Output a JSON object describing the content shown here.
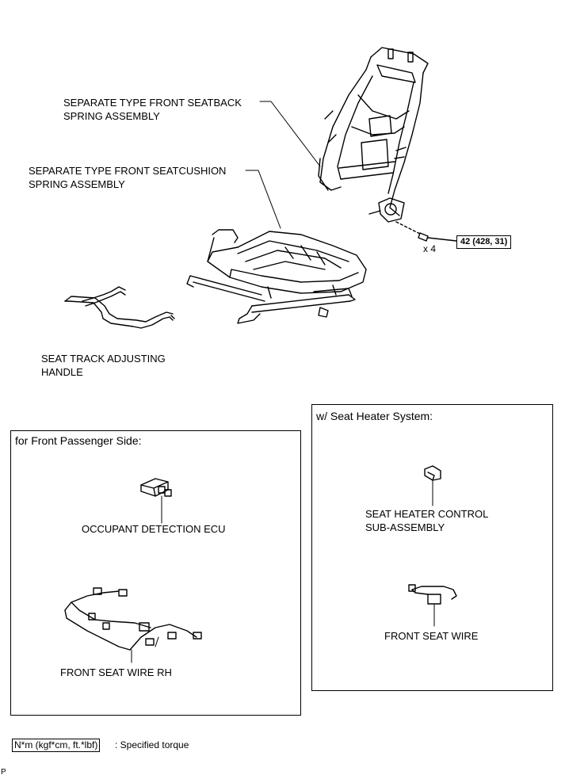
{
  "main": {
    "seatback_label": "SEPARATE TYPE FRONT SEATBACK\nSPRING ASSEMBLY",
    "seatcushion_label": "SEPARATE TYPE FRONT SEATCUSHION\nSPRING ASSEMBLY",
    "handle_label": "SEAT TRACK ADJUSTING\nHANDLE",
    "torque_value": "42 (428, 31)",
    "bolt_qty": "x 4"
  },
  "passenger_box": {
    "title": "for Front Passenger Side:",
    "ecu_label": "OCCUPANT DETECTION ECU",
    "wire_label": "FRONT SEAT WIRE RH"
  },
  "heater_box": {
    "title": "w/ Seat Heater System:",
    "control_label": "SEAT HEATER CONTROL\nSUB-ASSEMBLY",
    "wire_label": "FRONT SEAT WIRE"
  },
  "legend": {
    "unit_box": "N*m (kgf*cm, ft.*lbf)",
    "description": ": Specified torque"
  },
  "corner_mark": "P"
}
